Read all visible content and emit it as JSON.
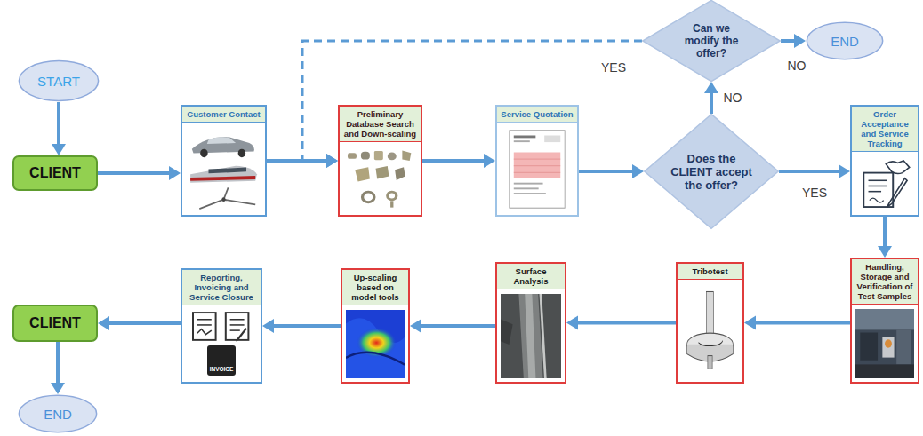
{
  "diagram": {
    "nodes": [
      {
        "text": [
          "START"
        ]
      },
      {
        "text": [
          "CLIENT"
        ]
      },
      {
        "text": [
          "Customer Contact"
        ]
      },
      {
        "text": [
          "Preliminary Database Search and Down-scaling"
        ]
      },
      {
        "text": [
          "Service Quotation"
        ]
      },
      {
        "text": [
          "Does the CLIENT accept the offer?"
        ]
      },
      {
        "text": [
          "Can we modify the offer?"
        ]
      },
      {
        "text": [
          "END"
        ]
      },
      {
        "text": [
          "Order Acceptance and Service Tracking"
        ]
      },
      {
        "text": [
          "Handling, Storage and Verification of Test Samples"
        ]
      },
      {
        "text": [
          "Tribotest"
        ]
      },
      {
        "text": [
          "Surface Analysis"
        ]
      },
      {
        "text": [
          "Up-scaling based on model tools"
        ]
      },
      {
        "text": [
          "Reporting, Invoicing and Service Closure"
        ]
      },
      {
        "text": [
          "CLIENT"
        ]
      },
      {
        "text": [
          "END"
        ]
      }
    ],
    "edges": [
      {
        "from": 0,
        "to": 1,
        "arrow": "to"
      },
      {
        "from": 1,
        "to": 2,
        "arrow": "to"
      },
      {
        "from": 2,
        "to": 3,
        "arrow": "to"
      },
      {
        "from": 3,
        "to": 4,
        "arrow": "to"
      },
      {
        "from": 4,
        "to": 5,
        "arrow": "to"
      },
      {
        "from": 5,
        "to": 8,
        "label": "YES",
        "arrow": "to"
      },
      {
        "from": 5,
        "to": 6,
        "label": "NO",
        "arrow": "to"
      },
      {
        "from": 6,
        "to": 3,
        "label": "YES",
        "arrow": "to"
      },
      {
        "from": 6,
        "to": 7,
        "label": "NO",
        "arrow": "to"
      },
      {
        "from": 8,
        "to": 9,
        "arrow": "to"
      },
      {
        "from": 9,
        "to": 10,
        "arrow": "to"
      },
      {
        "from": 10,
        "to": 11,
        "arrow": "to"
      },
      {
        "from": 11,
        "to": 12,
        "arrow": "to"
      },
      {
        "from": 12,
        "to": 13,
        "arrow": "to"
      },
      {
        "from": 13,
        "to": 14,
        "arrow": "to"
      },
      {
        "from": 14,
        "to": 15,
        "arrow": "to"
      }
    ],
    "labels": [
      "INVOICE"
    ]
  }
}
